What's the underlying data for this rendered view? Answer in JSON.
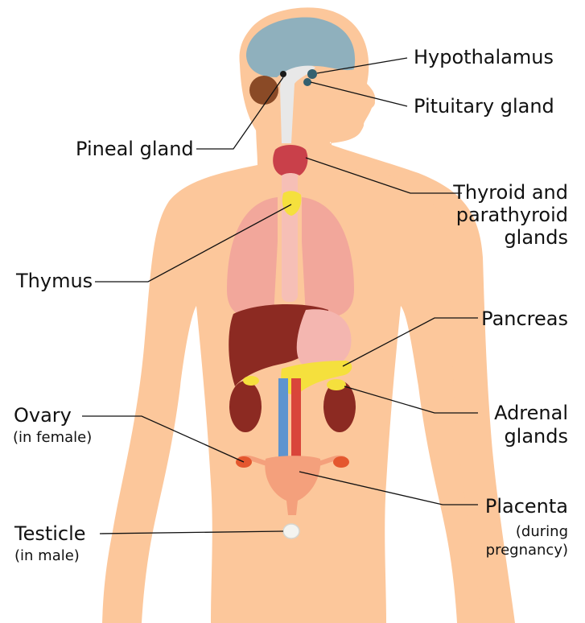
{
  "colors": {
    "skin": "#fcc79b",
    "lung": "#f2a79b",
    "liver": "#8c2a22",
    "stomach": "#f4b6b0",
    "gland_yellow": "#f5e03d",
    "thyroid": "#c9404a",
    "brain": "#8fb0bd",
    "artery": "#d9453a",
    "vein": "#5e94cf",
    "leader_line": "#111111"
  },
  "labels": {
    "hypothalamus": "Hypothalamus",
    "pituitary": "Pituitary gland",
    "pineal": "Pineal gland",
    "thyroid_1": "Thyroid and",
    "thyroid_2": "parathyroid",
    "thyroid_3": "glands",
    "thymus": "Thymus",
    "pancreas": "Pancreas",
    "adrenal_1": "Adrenal",
    "adrenal_2": "glands",
    "ovary": "Ovary",
    "ovary_note": "(in female)",
    "placenta": "Placenta",
    "placenta_note_1": "(during",
    "placenta_note_2": "pregnancy)",
    "testicle": "Testicle",
    "testicle_note": "(in male)"
  }
}
